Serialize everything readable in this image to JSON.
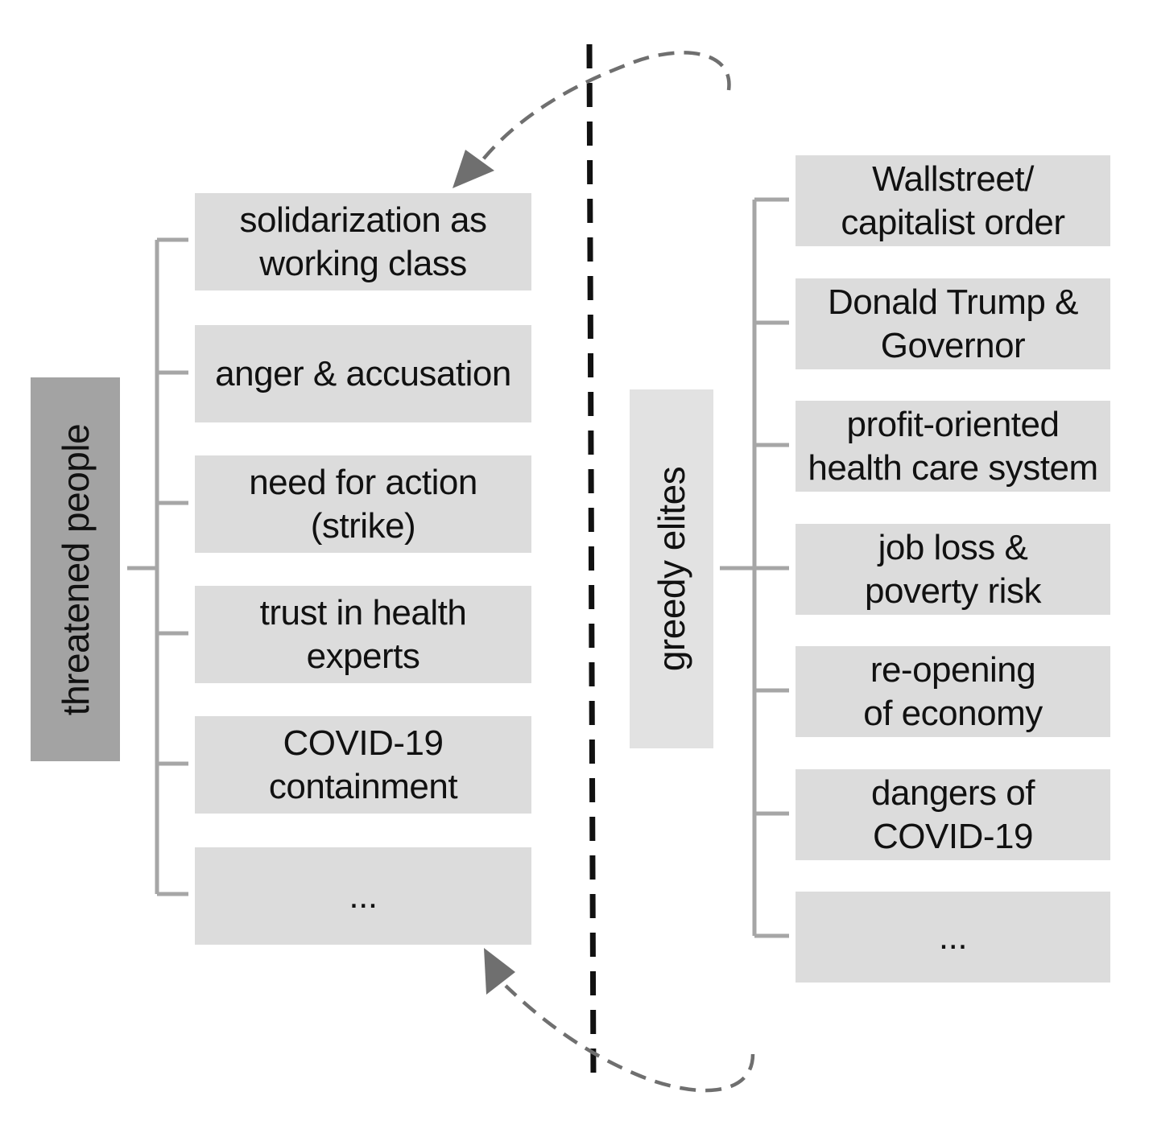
{
  "diagram": {
    "left_group": {
      "root_label": "threatened people",
      "items": [
        {
          "line1": "solidarization as",
          "line2": "working class"
        },
        {
          "line1": "anger & accusation",
          "line2": ""
        },
        {
          "line1": "need for action",
          "line2": "(strike)"
        },
        {
          "line1": "trust in health",
          "line2": "experts"
        },
        {
          "line1": "COVID-19",
          "line2": "containment"
        },
        {
          "line1": "...",
          "line2": ""
        }
      ]
    },
    "right_group": {
      "root_label": "greedy elites",
      "items": [
        {
          "line1": "Wallstreet/",
          "line2": "capitalist order"
        },
        {
          "line1": "Donald Trump &",
          "line2": "Governor"
        },
        {
          "line1": "profit-oriented",
          "line2": "health care system"
        },
        {
          "line1": "job loss &",
          "line2": "poverty risk"
        },
        {
          "line1": "re-opening",
          "line2": "of economy"
        },
        {
          "line1": "dangers of",
          "line2": "COVID-19"
        },
        {
          "line1": "...",
          "line2": ""
        }
      ]
    },
    "colors": {
      "box_fill": "#dcdcdc",
      "left_root_fill": "#a3a3a3",
      "right_root_fill": "#e2e2e2",
      "connector": "#a6a6a6",
      "divider": "#111111",
      "arrow": "#6f6f6f"
    }
  }
}
